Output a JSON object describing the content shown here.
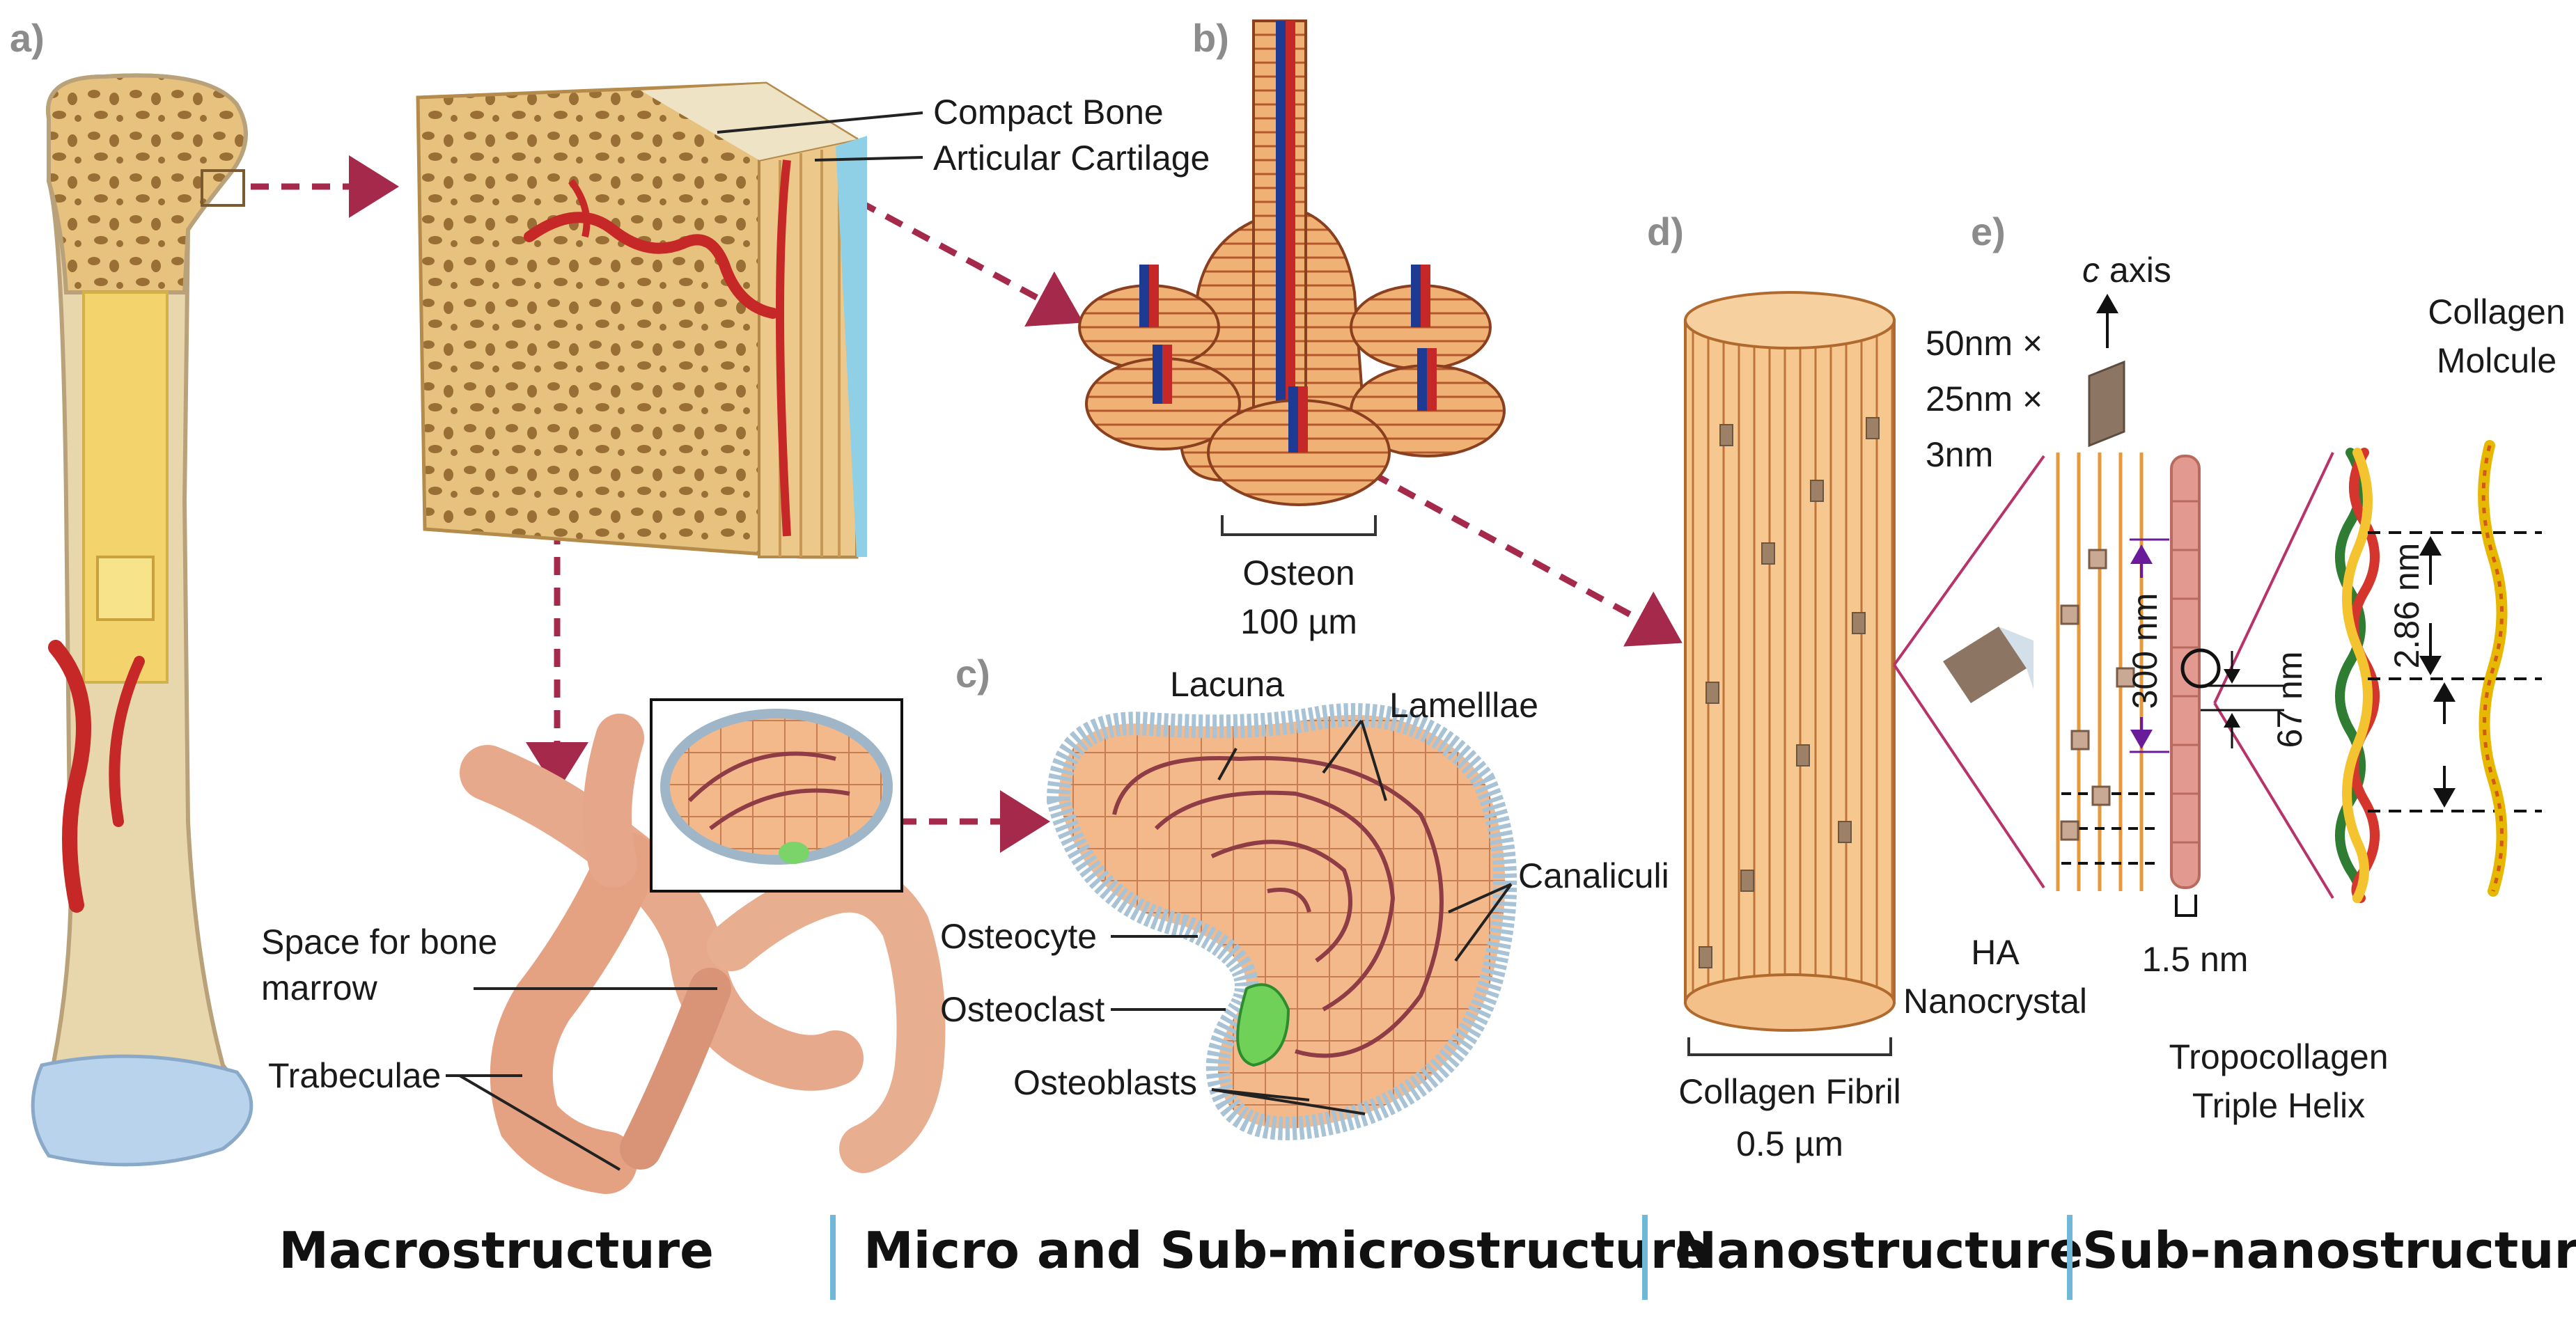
{
  "panels": {
    "a": "a)",
    "b": "b)",
    "c": "c)",
    "d": "d)",
    "e": "e)"
  },
  "labels": {
    "compact_bone": "Compact Bone",
    "articular_cartilage": "Articular Cartilage",
    "osteon": "Osteon",
    "osteon_size": "100 µm",
    "lacuna": "Lacuna",
    "lamellae": "Lamelllae",
    "canaliculi": "Canaliculi",
    "osteocyte": "Osteocyte",
    "osteoclast": "Osteoclast",
    "osteoblasts": "Osteoblasts",
    "marrow_space_1": "Space for bone",
    "marrow_space_2": "marrow",
    "trabeculae": "Trabeculae",
    "collagen_fibril": "Collagen Fibril",
    "collagen_fibril_size": "0.5 µm",
    "c_axis_c": "c",
    "c_axis_rest": " axis",
    "crystal_dim_1": "50nm ×",
    "crystal_dim_2": "25nm ×",
    "crystal_dim_3": "3nm",
    "ha_1": "HA",
    "ha_2": "Nanocrystal",
    "gap_300": "300 nm",
    "gap_67": "67 nm",
    "width_15": "1.5 nm",
    "tropo_1": "Tropocollagen",
    "tropo_2": "Triple Helix",
    "pitch": "2.86 nm",
    "molecule_1": "Collagen",
    "molecule_2": "Molcule"
  },
  "scales": [
    "Macrostructure",
    "Micro and Sub-microstructure",
    "Nanostructure",
    "Sub-nanostructure"
  ],
  "colors": {
    "arrow": "#a5294a",
    "bone": "#e9c98e",
    "lamella": "#f2b98a",
    "vessel_red": "#c62828",
    "vessel_blue": "#1f3a93",
    "divider": "#6fb8d8",
    "fibril": "#f0b274"
  }
}
